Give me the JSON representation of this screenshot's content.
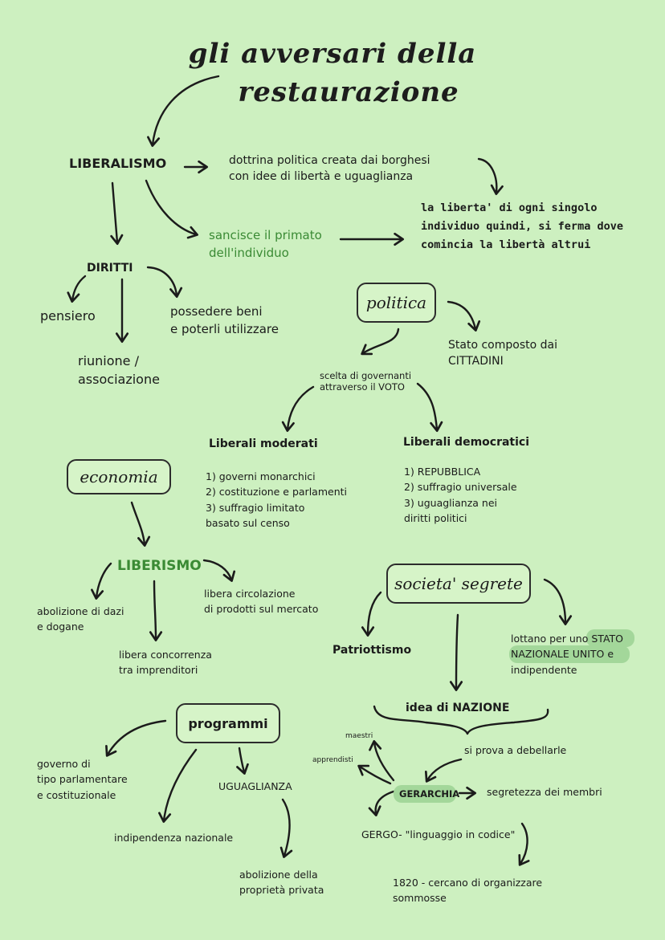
{
  "title": {
    "line1": "gli avversari della",
    "line2": "restaurazione"
  },
  "liberalismo": {
    "label": "LIBERALISMO",
    "definition": "dottrina politica creata dai borghesi\ncon idee di libertà e uguaglianza",
    "primato": "sancisce il primato\ndell'individuo",
    "liberta": "la liberta' di ogni singolo\nindividuo quindi, si ferma dove\ncomincia la libertà altrui"
  },
  "diritti": {
    "label": "DIRITTI",
    "pensiero": "pensiero",
    "beni": "possedere beni\ne poterli utilizzare",
    "riunione": "riunione /\nassociazione"
  },
  "politica": {
    "label": "politica",
    "stato": "Stato composto dai\nCITTADINI",
    "scelta": "scelta di governanti\nattraverso il VOTO",
    "moderati": {
      "label": "Liberali moderati",
      "points": "1) governi monarchici\n2) costituzione e parlamenti\n3) suffragio limitato\nbasato sul censo"
    },
    "democratici": {
      "label": "Liberali democratici",
      "points": "1) REPUBBLICA\n2) suffragio universale\n3) uguaglianza nei\ndiritti politici"
    }
  },
  "economia": {
    "label": "economia",
    "liberismo": "LIBERISMO",
    "dazi": "abolizione di dazi\ne dogane",
    "circolazione": "libera circolazione\ndi prodotti sul  mercato",
    "concorrenza": "libera concorrenza\ntra imprenditori"
  },
  "societa": {
    "label": "societa' segrete",
    "patriottismo": "Patriottismo",
    "lottano_a": "lottano per uno ",
    "stato_a": "STATO",
    "stato_b": "NAZIONALE UNITO",
    "lottano_b": " e",
    "lottano_c": "indipendente",
    "idea": "idea di NAZIONE",
    "debellarle": "si prova a debellarle",
    "maestri": "maestri",
    "apprendisti": "apprendisti",
    "gerarchia": "GERARCHIA",
    "segretezza": "segretezza dei membri",
    "gergo": "GERGO- \"linguaggio in codice\"",
    "anno": "1820 - cercano di organizzare\nsommosse"
  },
  "programmi": {
    "label": "programmi",
    "governo": "governo di\ntipo parlamentare\ne costituzionale",
    "uguaglianza": "UGUAGLIANZA",
    "indipendenza": "indipendenza nazionale",
    "abolizione": "abolizione della\nproprietà privata"
  }
}
